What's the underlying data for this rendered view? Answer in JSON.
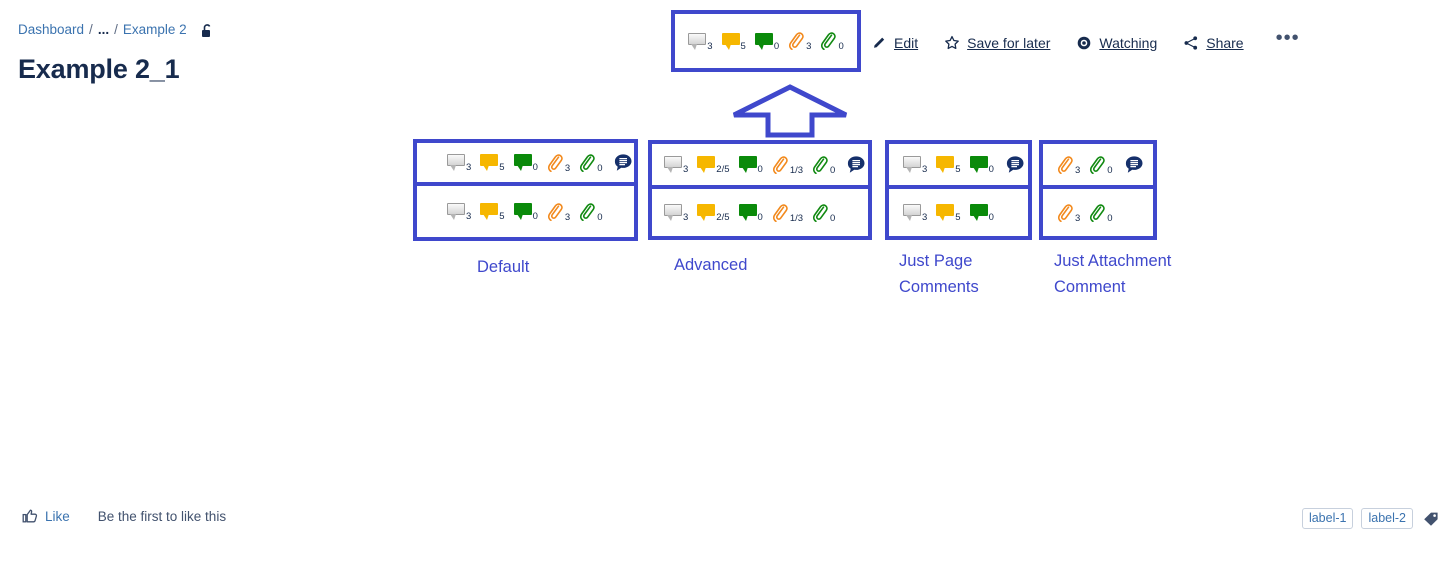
{
  "breadcrumb": {
    "items": [
      {
        "label": "Dashboard",
        "type": "link"
      },
      {
        "label": "...",
        "type": "ellipsis"
      },
      {
        "label": "Example 2",
        "type": "link"
      }
    ],
    "separator": "/",
    "restriction_icon": "unlock-icon"
  },
  "page": {
    "title": "Example 2_1"
  },
  "top_badge": {
    "icons": [
      {
        "icon": "comment-bubble-gray-icon",
        "count": "3"
      },
      {
        "icon": "comment-bubble-yellow-icon",
        "count": "5"
      },
      {
        "icon": "comment-bubble-green-icon",
        "count": "0"
      },
      {
        "icon": "paperclip-orange-icon",
        "count": "3"
      },
      {
        "icon": "paperclip-green-icon",
        "count": "0"
      }
    ],
    "highlight_color": "#3f48cc"
  },
  "page_actions": [
    {
      "label": "Edit",
      "icon": "pencil-icon"
    },
    {
      "label": "Save for later",
      "icon": "star-icon"
    },
    {
      "label": "Watching",
      "icon": "eye-icon"
    },
    {
      "label": "Share",
      "icon": "share-icon"
    },
    {
      "label": "•••",
      "icon": "more-icon"
    }
  ],
  "arrow": {
    "icon": "up-arrow-outline",
    "color": "#3f48cc"
  },
  "groups": [
    {
      "caption": "Default",
      "rows": [
        {
          "icons": [
            {
              "icon": "comment-bubble-gray-icon",
              "count": "3"
            },
            {
              "icon": "comment-bubble-yellow-icon",
              "count": "5"
            },
            {
              "icon": "comment-bubble-green-icon",
              "count": "0"
            },
            {
              "icon": "paperclip-orange-icon",
              "count": "3"
            },
            {
              "icon": "paperclip-green-icon",
              "count": "0"
            },
            {
              "icon": "discussion-bubble-icon",
              "count": ""
            }
          ]
        },
        {
          "icons": [
            {
              "icon": "comment-bubble-gray-icon",
              "count": "3"
            },
            {
              "icon": "comment-bubble-yellow-icon",
              "count": "5"
            },
            {
              "icon": "comment-bubble-green-icon",
              "count": "0"
            },
            {
              "icon": "paperclip-orange-icon",
              "count": "3"
            },
            {
              "icon": "paperclip-green-icon",
              "count": "0"
            }
          ]
        }
      ]
    },
    {
      "caption": "Advanced",
      "rows": [
        {
          "icons": [
            {
              "icon": "comment-bubble-gray-icon",
              "count": "3"
            },
            {
              "icon": "comment-bubble-yellow-icon",
              "count": "2/5"
            },
            {
              "icon": "comment-bubble-green-icon",
              "count": "0"
            },
            {
              "icon": "paperclip-orange-icon",
              "count": "1/3"
            },
            {
              "icon": "paperclip-green-icon",
              "count": "0"
            },
            {
              "icon": "discussion-bubble-icon",
              "count": ""
            }
          ]
        },
        {
          "icons": [
            {
              "icon": "comment-bubble-gray-icon",
              "count": "3"
            },
            {
              "icon": "comment-bubble-yellow-icon",
              "count": "2/5"
            },
            {
              "icon": "comment-bubble-green-icon",
              "count": "0"
            },
            {
              "icon": "paperclip-orange-icon",
              "count": "1/3"
            },
            {
              "icon": "paperclip-green-icon",
              "count": "0"
            }
          ]
        }
      ]
    },
    {
      "caption": "Just Page Comments",
      "rows": [
        {
          "icons": [
            {
              "icon": "comment-bubble-gray-icon",
              "count": "3"
            },
            {
              "icon": "comment-bubble-yellow-icon",
              "count": "5"
            },
            {
              "icon": "comment-bubble-green-icon",
              "count": "0"
            },
            {
              "icon": "discussion-bubble-icon",
              "count": ""
            }
          ]
        },
        {
          "icons": [
            {
              "icon": "comment-bubble-gray-icon",
              "count": "3"
            },
            {
              "icon": "comment-bubble-yellow-icon",
              "count": "5"
            },
            {
              "icon": "comment-bubble-green-icon",
              "count": "0"
            }
          ]
        }
      ]
    },
    {
      "caption": "Just Attachment Comment",
      "rows": [
        {
          "icons": [
            {
              "icon": "paperclip-orange-icon",
              "count": "3"
            },
            {
              "icon": "paperclip-green-icon",
              "count": "0"
            },
            {
              "icon": "discussion-bubble-icon",
              "count": ""
            }
          ]
        },
        {
          "icons": [
            {
              "icon": "paperclip-orange-icon",
              "count": "3"
            },
            {
              "icon": "paperclip-green-icon",
              "count": "0"
            }
          ]
        }
      ]
    }
  ],
  "footer": {
    "like_label": "Like",
    "like_icon": "thumbs-up-icon",
    "like_status": "Be the first to like this",
    "labels": [
      "label-1",
      "label-2"
    ],
    "tag_icon": "tag-icon"
  }
}
